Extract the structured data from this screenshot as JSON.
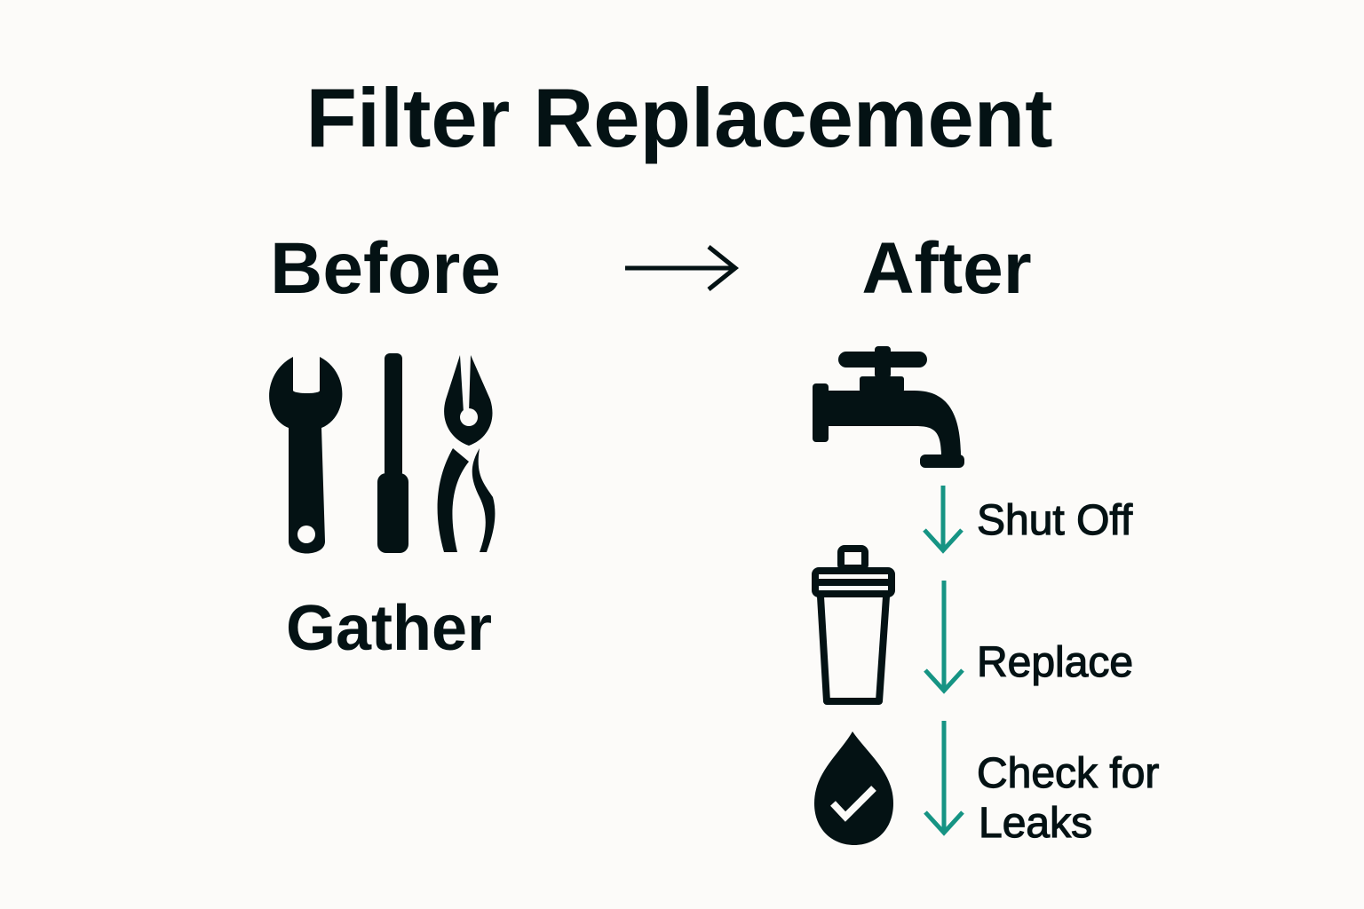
{
  "title": "Filter Replacement",
  "before": {
    "heading": "Before",
    "caption": "Gather",
    "icons": [
      "wrench-icon",
      "screwdriver-icon",
      "pliers-icon"
    ]
  },
  "transition_arrow": "right-arrow-icon",
  "after": {
    "heading": "After",
    "steps": [
      {
        "icon": "faucet-icon",
        "label": "Shut Off"
      },
      {
        "icon": "filter-cartridge-icon",
        "label": "Replace"
      },
      {
        "icon": "water-drop-check-icon",
        "label_line1": "Check for",
        "label_line2": "Leaks"
      }
    ]
  },
  "colors": {
    "background": "#fcfbf9",
    "ink": "#041214",
    "accent": "#169484"
  }
}
